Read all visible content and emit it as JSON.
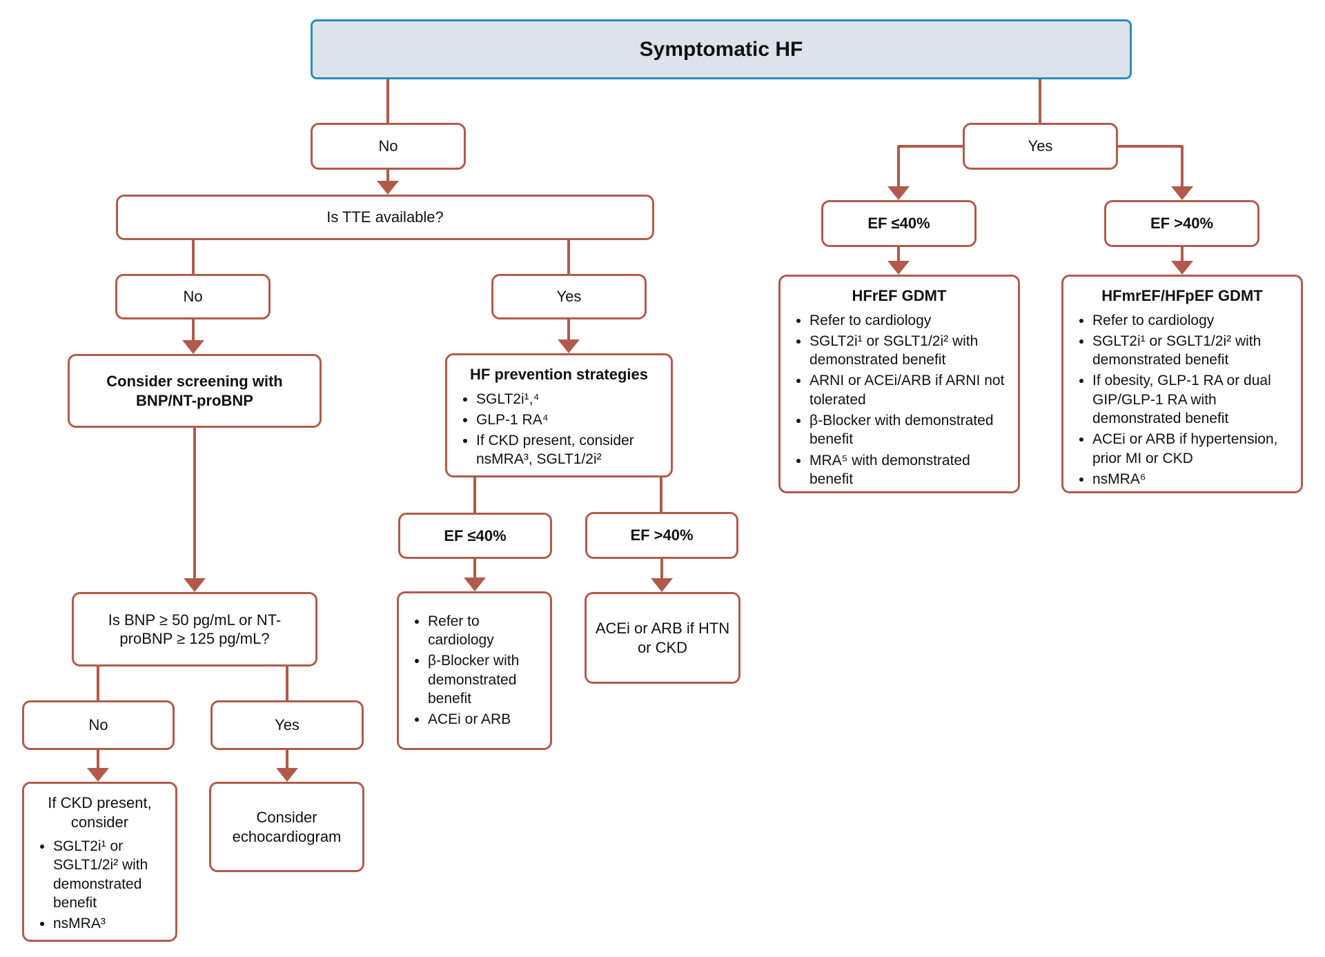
{
  "colors": {
    "node_border": "#b15a4b",
    "connector": "#b15a4b",
    "header_fill": "#dde3ea",
    "header_border": "#2b8cba",
    "node_fill": "#ffffff",
    "text": "#111111"
  },
  "nodes": {
    "symptomatic_hf": {
      "label": "Symptomatic HF"
    },
    "branch_no": {
      "label": "No"
    },
    "branch_yes": {
      "label": "Yes"
    },
    "tte_question": {
      "label": "Is TTE available?"
    },
    "tte_no": {
      "label": "No"
    },
    "tte_yes": {
      "label": "Yes"
    },
    "screening": {
      "label": "Consider screening with BNP/NT-proBNP"
    },
    "bnp_question": {
      "label": "Is BNP ≥ 50 pg/mL or NT-proBNP ≥ 125 pg/mL?"
    },
    "bnp_no": {
      "label": "No"
    },
    "bnp_yes": {
      "label": "Yes"
    },
    "ckd_consider": {
      "title": "If CKD present, consider",
      "bullets": [
        "SGLT2i¹ or SGLT1/2i² with demonstrated benefit",
        "nsMRA³"
      ]
    },
    "echo": {
      "label": "Consider echocardiogram"
    },
    "prevention": {
      "title": "HF prevention strategies",
      "bullets": [
        "SGLT2i¹,⁴",
        "GLP-1 RA⁴",
        "If CKD present, consider nsMRA³, SGLT1/2i²"
      ]
    },
    "ef_le40_mid": {
      "label": "EF ≤40%"
    },
    "ef_gt40_mid": {
      "label": "EF >40%"
    },
    "mid_le40_outcome": {
      "bullets": [
        "Refer to cardiology",
        "β-Blocker with demonstrated benefit",
        "ACEi or ARB"
      ]
    },
    "mid_gt40_outcome": {
      "label": "ACEi or ARB if HTN or CKD"
    },
    "ef_le40_right": {
      "label": "EF ≤40%"
    },
    "ef_gt40_right": {
      "label": "EF >40%"
    },
    "hfref_gdmt": {
      "title": "HFrEF GDMT",
      "bullets": [
        "Refer to cardiology",
        "SGLT2i¹ or SGLT1/2i² with demonstrated benefit",
        "ARNI or ACEi/ARB if ARNI not tolerated",
        "β-Blocker with demonstrated benefit",
        "MRA⁵ with demonstrated benefit"
      ]
    },
    "hfmref_hfpef_gdmt": {
      "title": "HFmrEF/HFpEF GDMT",
      "bullets": [
        "Refer to cardiology",
        "SGLT2i¹ or SGLT1/2i² with demonstrated benefit",
        "If obesity, GLP-1 RA or dual GIP/GLP-1 RA with demonstrated benefit",
        "ACEi or ARB if hypertension, prior MI or CKD",
        "nsMRA⁶"
      ]
    }
  }
}
